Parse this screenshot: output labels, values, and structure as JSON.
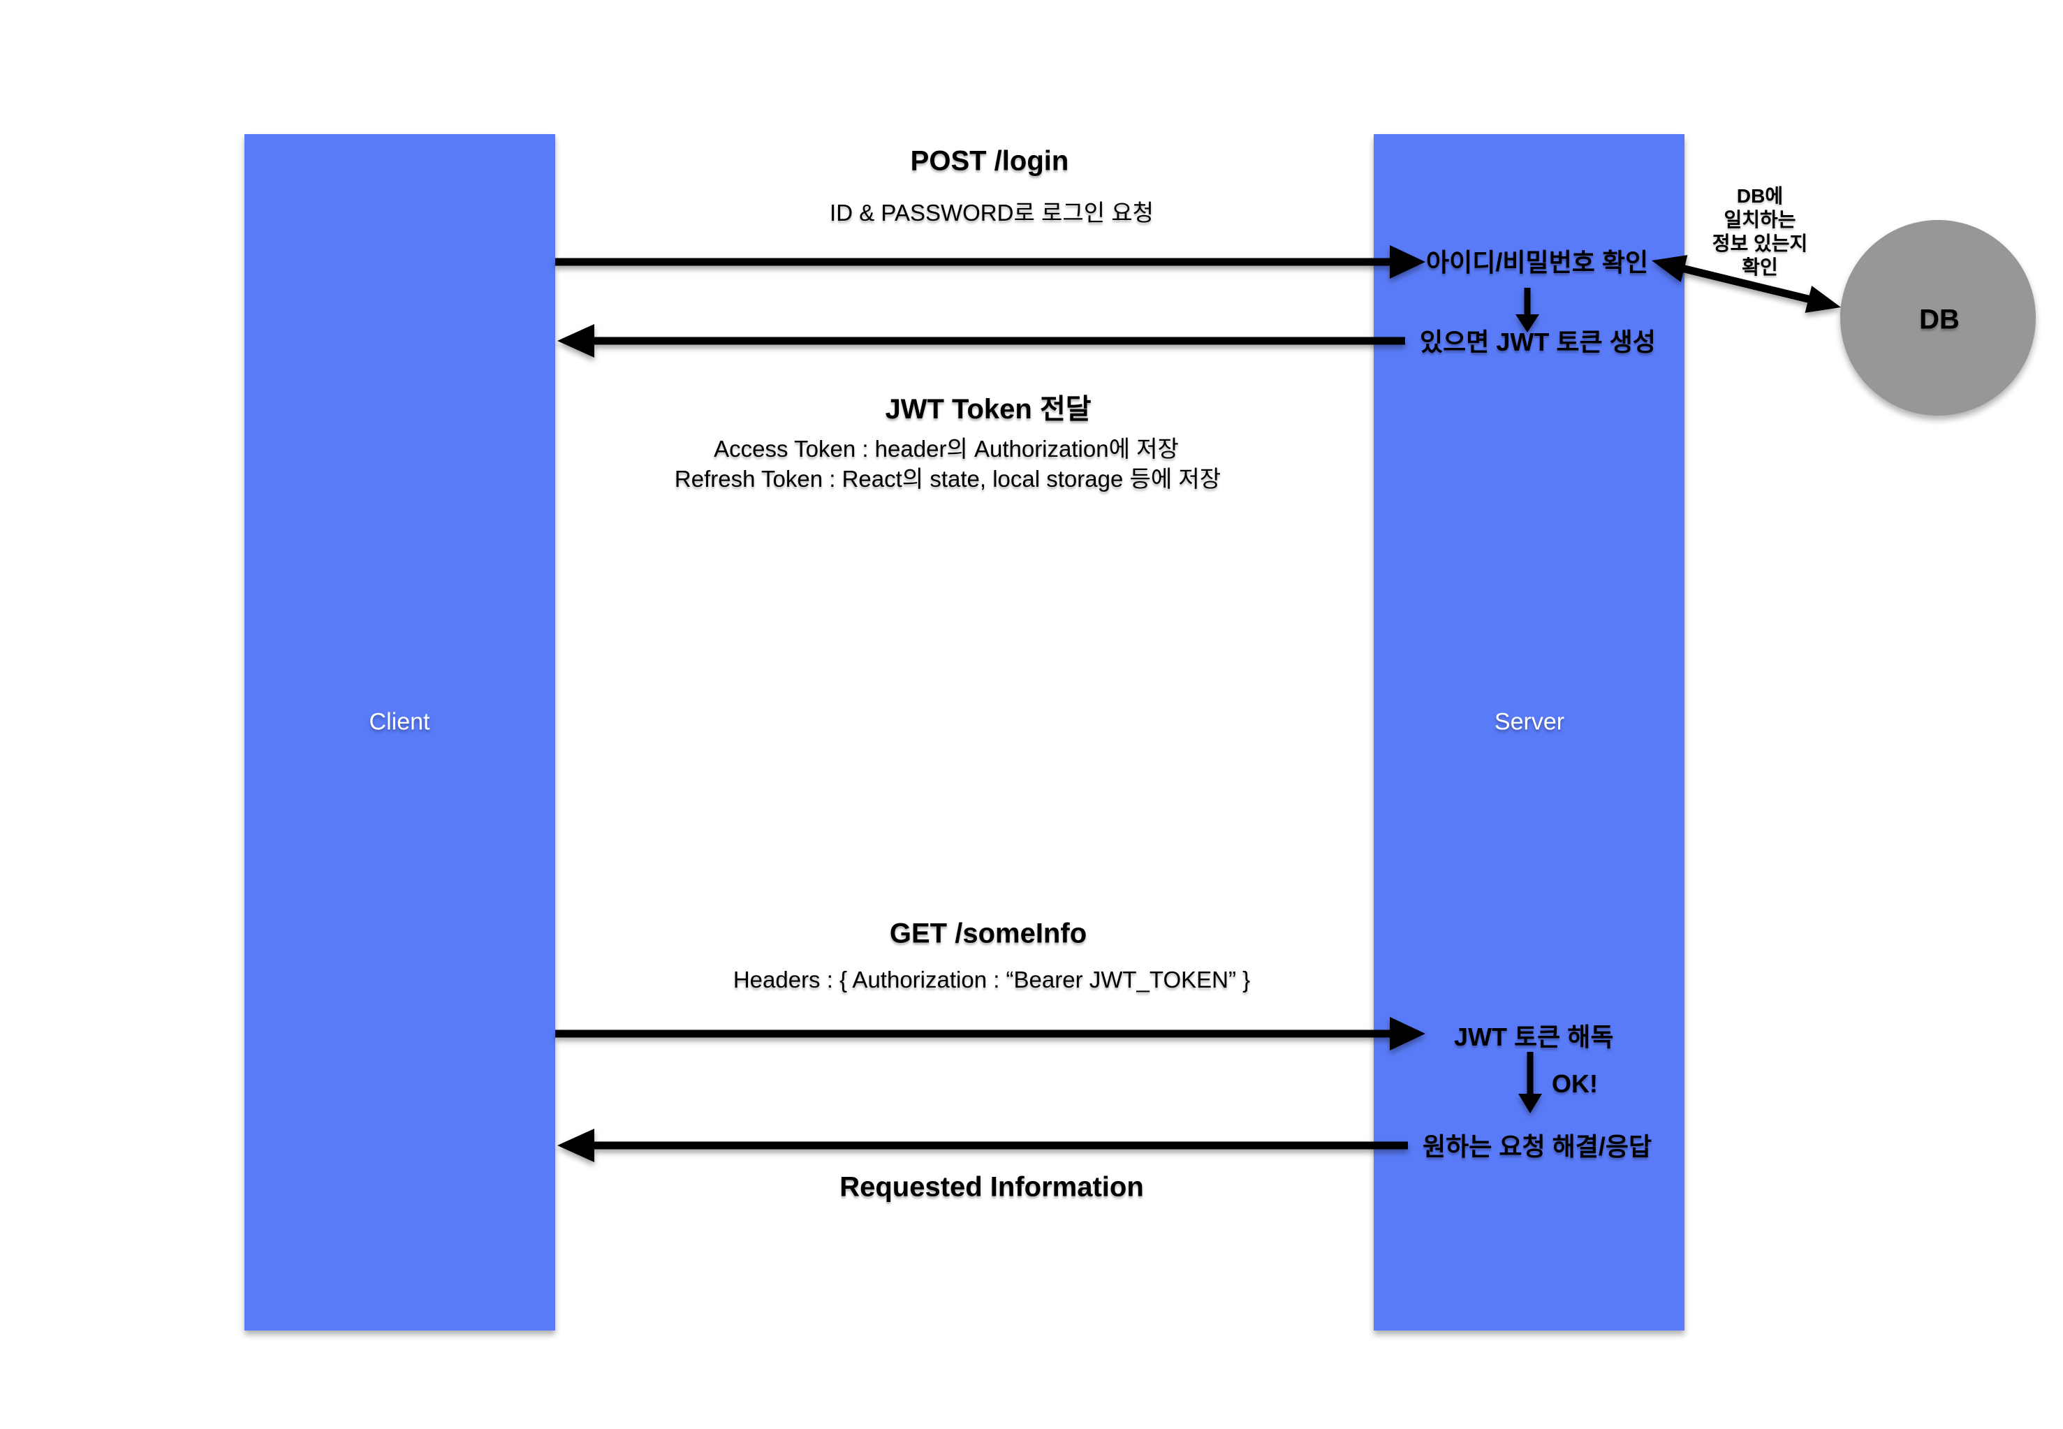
{
  "palette": {
    "actor_box_blue": "#5a7bf8",
    "db_circle_gray": "#979797",
    "arrow_and_text_black": "#000000",
    "actor_label_white": "#ffffff",
    "background": "#ffffff"
  },
  "actors": {
    "client": {
      "label": "Client"
    },
    "server": {
      "label": "Server",
      "steps": {
        "check_credentials": "아이디/비밀번호 확인",
        "create_token": "있으면 JWT 토큰 생성",
        "decode_token": "JWT 토큰 해독",
        "decode_ok": "OK!",
        "resolve_request": "원하는 요청 해결/응답"
      }
    },
    "db": {
      "label": "DB",
      "note_lines": [
        "DB에",
        "일치하는",
        "정보 있는지",
        "확인"
      ]
    }
  },
  "messages": {
    "login_request": {
      "title": "POST /login",
      "subtitle": "ID & PASSWORD로 로그인 요청"
    },
    "token_delivery": {
      "title": "JWT Token 전달",
      "lines": [
        "Access Token : header의 Authorization에 저장",
        "Refresh Token : React의 state, local storage 등에 저장"
      ]
    },
    "info_request": {
      "title": "GET /someInfo",
      "subtitle": "Headers : { Authorization : “Bearer JWT_TOKEN” }"
    },
    "info_response": {
      "title": "Requested Information"
    }
  }
}
